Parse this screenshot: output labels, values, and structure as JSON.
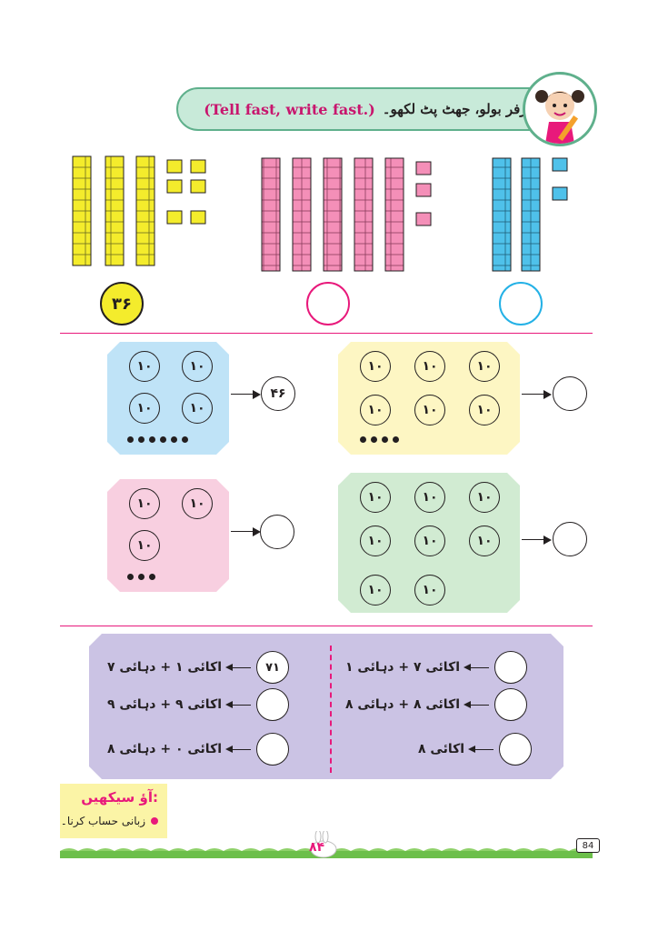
{
  "header": {
    "title_urdu": "فرفر بولو، جھٹ پٹ لکھو۔",
    "title_english": "(Tell fast, write fast.)"
  },
  "blocks": {
    "yellow_answer": "۳۶",
    "colors": {
      "yellow": "#f4ec2c",
      "pink": "#f48fb8",
      "blue": "#4fc1ea"
    }
  },
  "cards": [
    {
      "name": "blue",
      "color": "#bfe3f7",
      "tens": [
        "۱۰",
        "۱۰",
        "۱۰",
        "۱۰"
      ],
      "ones_count": 6,
      "answer": "۴۶"
    },
    {
      "name": "yellow",
      "color": "#fdf6c3",
      "tens": [
        "۱۰",
        "۱۰",
        "۱۰",
        "۱۰",
        "۱۰",
        "۱۰"
      ],
      "ones_count": 4,
      "answer": ""
    },
    {
      "name": "pink",
      "color": "#f8cfe0",
      "tens": [
        "۱۰",
        "۱۰",
        "۱۰"
      ],
      "ones_count": 3,
      "answer": ""
    },
    {
      "name": "green",
      "color": "#d1ebd2",
      "tens": [
        "۱۰",
        "۱۰",
        "۱۰",
        "۱۰",
        "۱۰",
        "۱۰",
        "۱۰",
        "۱۰"
      ],
      "ones_count": 0,
      "answer": ""
    }
  ],
  "equations": {
    "right": [
      {
        "text": "اکائی ۷ + دہائی ۱",
        "answer": ""
      },
      {
        "text": "اکائی ۸ + دہائی ۸",
        "answer": ""
      },
      {
        "text": "اکائی ۸",
        "answer": ""
      }
    ],
    "left": [
      {
        "text": "اکائی ۱ + دہائی ۷",
        "answer": "۷۱"
      },
      {
        "text": "اکائی ۹ + دہائی ۹",
        "answer": ""
      },
      {
        "text": "اکائی ۰ + دہائی ۸",
        "answer": ""
      }
    ]
  },
  "learning": {
    "title": "آؤ سیکھیں:",
    "item": "زبانی حساب کرنا۔"
  },
  "footer": {
    "page_number": "84",
    "urdu_page_number": "۸۴"
  }
}
